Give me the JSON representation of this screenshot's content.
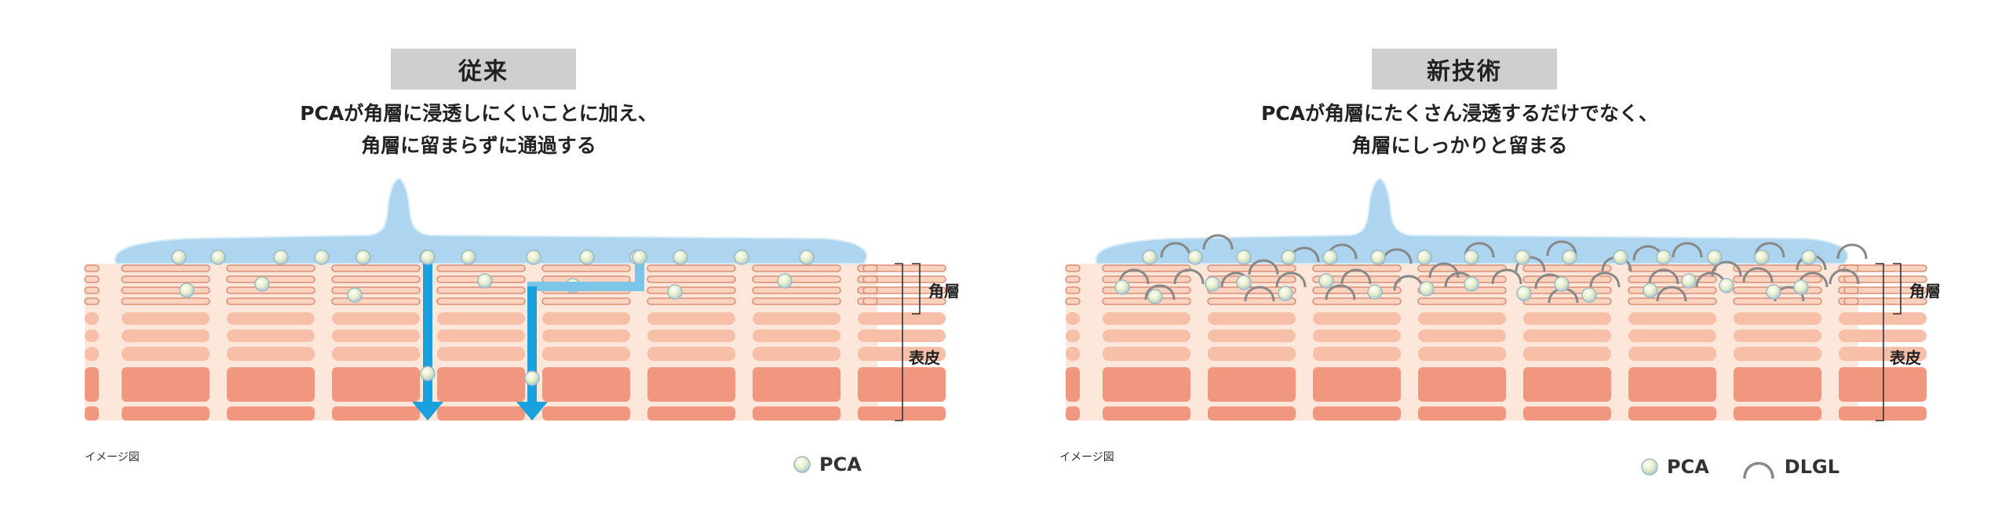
{
  "left": {
    "title": "従来",
    "caption_line1": "PCAが角層に浸透しにくいことに加え、",
    "caption_line2": "角層に留まらずに通過する",
    "stratum_corneum_label": "角層",
    "epidermis_label": "表皮",
    "image_note": "イメージ図",
    "legend": {
      "pca": "PCA"
    }
  },
  "right": {
    "title": "新技術",
    "caption_line1": "PCAが角層にたくさん浸透するだけでなく、",
    "caption_line2": "角層にしっかりと留まる",
    "stratum_corneum_label": "角層",
    "epidermis_label": "表皮",
    "image_note": "イメージ図",
    "legend": {
      "pca": "PCA",
      "dlgl": "DLGL"
    }
  },
  "colors": {
    "droplet": "#a9d3ef",
    "cell_light": "#fbd6c2",
    "cell_mid": "#f6b39c",
    "cell_dark": "#f1967f",
    "arrow": "#1aa0dc",
    "dlgl": "#888888"
  }
}
